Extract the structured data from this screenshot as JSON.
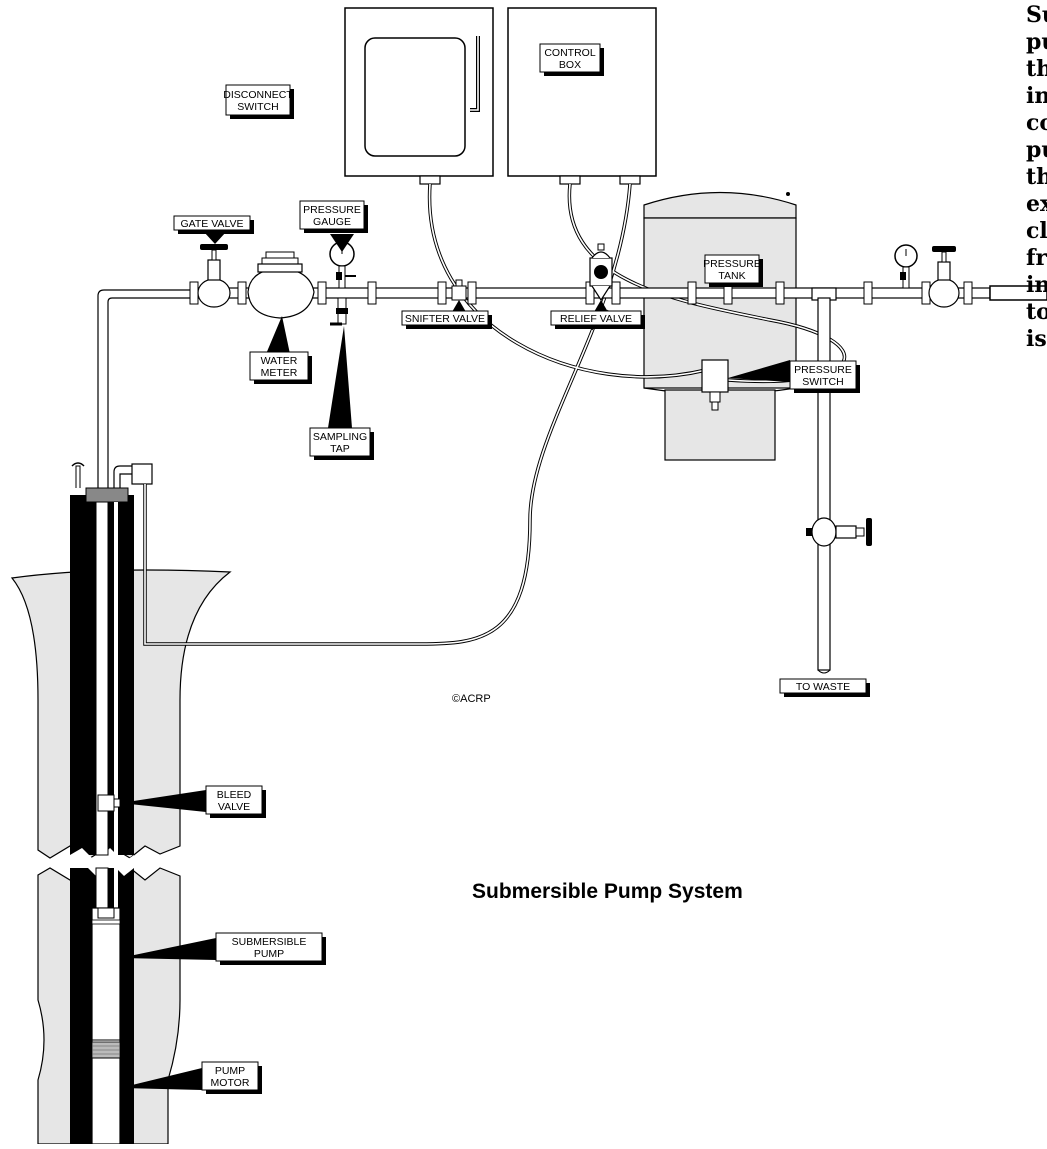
{
  "labels": {
    "disconnect_switch": [
      "DISCONNECT",
      "SWITCH"
    ],
    "control_box": [
      "CONTROL",
      "BOX"
    ],
    "pressure_tank": [
      "PRESSURE",
      "TANK"
    ],
    "pressure_gauge": [
      "PRESSURE",
      "GAUGE"
    ],
    "gate_valve": "GATE VALVE",
    "water_meter": [
      "WATER",
      "METER"
    ],
    "sampling_tap": [
      "SAMPLING",
      "TAP"
    ],
    "snifter_valve": "SNIFTER VALVE",
    "relief_valve": "RELIEF VALVE",
    "pressure_switch": [
      "PRESSURE",
      "SWITCH"
    ],
    "to_waste": "TO WASTE",
    "bleed_valve": [
      "BLEED",
      "VALVE"
    ],
    "submersible_pump": [
      "SUBMERSIBLE",
      "PUMP"
    ],
    "pump_motor": [
      "PUMP",
      "MOTOR"
    ]
  },
  "copyright": "©ACRP",
  "caption": "Submersible Pump System",
  "side_text": [
    "Su",
    "pu",
    "th",
    "in",
    "co",
    "pu",
    "th",
    "ex",
    "cl",
    "fro",
    "in",
    "to",
    "is"
  ],
  "colors": {
    "casing_black": "#000000",
    "ground_gray": "#e6e6e6",
    "line": "#000000",
    "seal_gray": "#888888"
  }
}
